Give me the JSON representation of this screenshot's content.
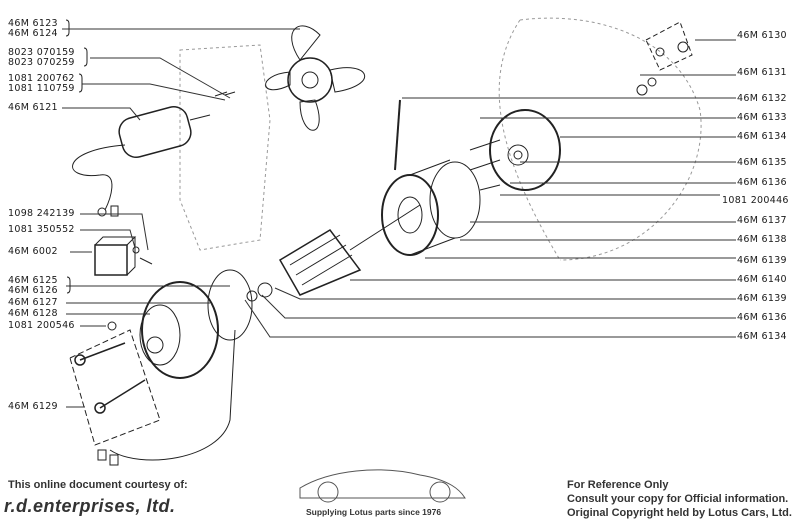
{
  "left_labels": {
    "l6123": "46M 6123",
    "l6124": "46M 6124",
    "l070159": "8023 070159",
    "l070259": "8023 070259",
    "l200762": "1081 200762",
    "l110759": "1081 110759",
    "l6121": "46M 6121",
    "l242139": "1098 242139",
    "l350552": "1081 350552",
    "l6002": "46M 6002",
    "l6125": "46M 6125",
    "l6126": "46M 6126",
    "l6127": "46M 6127",
    "l6128": "46M 6128",
    "l200546": "1081 200546",
    "l6129": "46M 6129"
  },
  "right_labels": {
    "r6130": "46M 6130",
    "r6131": "46M 6131",
    "r6132": "46M 6132",
    "r6133": "46M 6133",
    "r6134a": "46M 6134",
    "r6135": "46M 6135",
    "r6136a": "46M 6136",
    "r200446": "1081 200446",
    "r6137": "46M 6137",
    "r6138": "46M 6138",
    "r6139a": "46M 6139",
    "r6140": "46M 6140",
    "r6139b": "46M 6139",
    "r6136b": "46M 6136",
    "r6134b": "46M 6134"
  },
  "footer": {
    "courtesy": "This online document courtesy of:",
    "company": "r.d.enterprises, ltd.",
    "tagline": "Supplying Lotus parts since 1976",
    "ref": "For Reference Only",
    "consult": "Consult your copy for Official information.",
    "copyright": "Original Copyright held by Lotus Cars, Ltd."
  }
}
